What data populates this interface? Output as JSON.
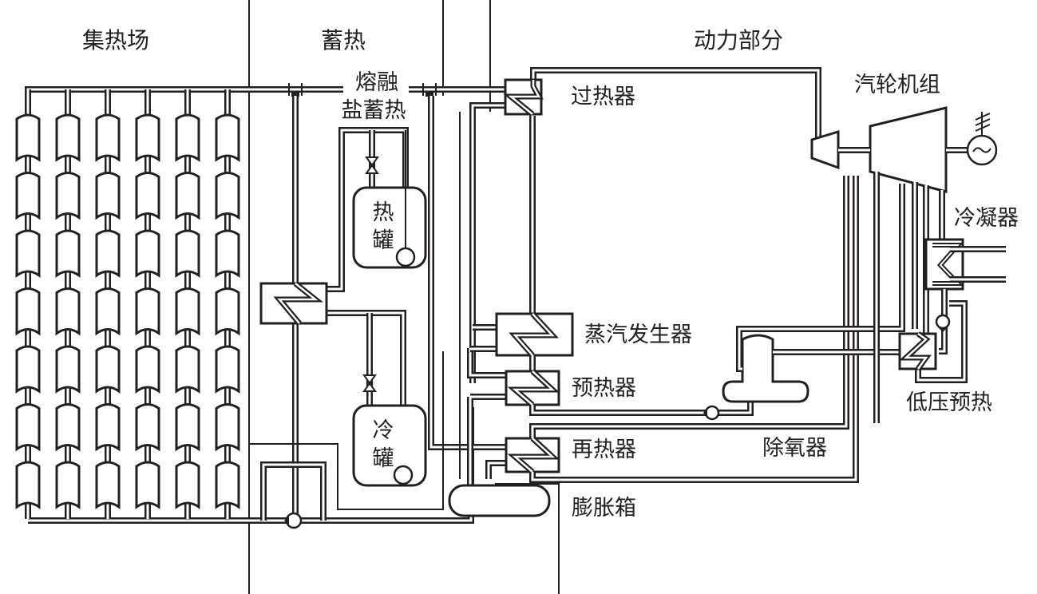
{
  "sections": {
    "collector_field": "集热场",
    "storage": "蓄热",
    "power_block": "动力部分"
  },
  "components": {
    "molten_salt_storage_line1": "熔融",
    "molten_salt_storage_line2": "盐蓄热",
    "hot_tank_line1": "热",
    "hot_tank_line2": "罐",
    "cold_tank_line1": "冷",
    "cold_tank_line2": "罐",
    "superheater": "过热器",
    "steam_generator": "蒸汽发生器",
    "preheater": "预热器",
    "reheater": "再热器",
    "expansion_tank": "膨胀箱",
    "turbine_set": "汽轮机组",
    "condenser": "冷凝器",
    "low_pressure_preheater": "低压预热",
    "deaerator": "除氧器"
  },
  "collector_field": {
    "columns": 6,
    "rows": 7
  },
  "colors": {
    "ink": "#231f20",
    "background": "#ffffff"
  }
}
